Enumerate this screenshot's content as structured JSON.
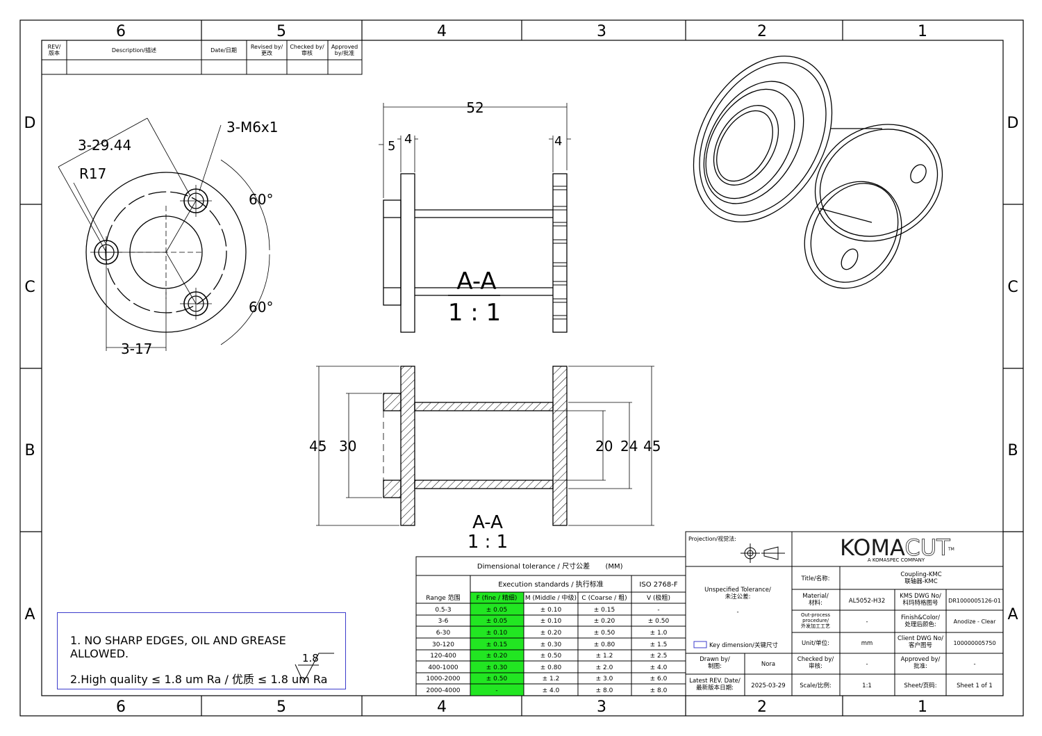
{
  "border": {
    "columns_top": [
      "6",
      "5",
      "4",
      "3",
      "2",
      "1"
    ],
    "columns_bottom": [
      "6",
      "5",
      "4",
      "3",
      "2",
      "1"
    ],
    "rows_left": [
      "D",
      "C",
      "B",
      "A"
    ],
    "rows_right": [
      "D",
      "C",
      "B",
      "A"
    ]
  },
  "revision_table": {
    "headers": [
      "REV/\n版本",
      "Description/描述",
      "Date/日期",
      "Revised by/\n更改",
      "Checked by/\n审核",
      "Approved\nby/批准"
    ]
  },
  "front_view": {
    "dim_pcd": "3-29.44",
    "dim_radius": "R17",
    "dim_thread": "3-M6x1",
    "angle_top": "60°",
    "angle_bottom": "60°",
    "dim_hole_offset": "3-17"
  },
  "side_view": {
    "dim_total": "52",
    "dim_left_offset": "5",
    "dim_left_flange": "4",
    "dim_right_flange": "4",
    "section_label": "A-A",
    "section_scale": "1 : 1"
  },
  "section_view": {
    "dim_left_outer": "45",
    "dim_left_inner": "30",
    "dim_right_bore": "20",
    "dim_right_mid": "24",
    "dim_right_outer": "45",
    "section_label": "A-A",
    "section_scale": "1 : 1"
  },
  "tolerance_table": {
    "title": "Dimensional tolerance / 尺寸公差",
    "unit": "(MM)",
    "execution_standards": "Execution standards / 执行标准",
    "iso": "ISO 2768-F",
    "columns": [
      "Range 范围",
      "F (fine / 精细)",
      "M (Middle / 中级)",
      "C (Coarse / 粗)",
      "V (极粗)"
    ],
    "rows": [
      [
        "0.5-3",
        "± 0.05",
        "± 0.10",
        "± 0.15",
        "-"
      ],
      [
        "3-6",
        "± 0.05",
        "± 0.10",
        "± 0.20",
        "± 0.50"
      ],
      [
        "6-30",
        "± 0.10",
        "± 0.20",
        "± 0.50",
        "± 1.0"
      ],
      [
        "30-120",
        "± 0.15",
        "± 0.30",
        "± 0.80",
        "± 1.5"
      ],
      [
        "120-400",
        "± 0.20",
        "± 0.50",
        "± 1.2",
        "± 2.5"
      ],
      [
        "400-1000",
        "± 0.30",
        "± 0.80",
        "± 2.0",
        "± 4.0"
      ],
      [
        "1000-2000",
        "± 0.50",
        "± 1.2",
        "± 3.0",
        "± 6.0"
      ],
      [
        "2000-4000",
        "-",
        "± 4.0",
        "± 8.0",
        "± 8.0"
      ]
    ],
    "highlight_color": "#22e622"
  },
  "notes": {
    "line1": "1. NO SHARP EDGES, OIL AND GREASE ALLOWED.",
    "line2": "2.High quality ≤ 1.8 um Ra / 优质 ≤ 1.8 um Ra",
    "roughness_value": "1.8",
    "border_color": "#3b3bcc"
  },
  "title_block": {
    "projection_label": "Projection/视觉法:",
    "logo_text_a": "KOMA",
    "logo_text_b": "CUT",
    "logo_tm": "TM",
    "logo_sub": "A KOMASPEC COMPANY",
    "unspecified_tolerance": "Unspecified Tolerance/\n未注公差:",
    "unspecified_value": "-",
    "key_dimension": "Key dimension/关键尺寸",
    "title_label": "Title/名称:",
    "title_value": "Coupling-KMC\n联轴器-KMC",
    "material_label": "Material/\n材料:",
    "material_value": "AL5052-H32",
    "kms_label": "KMS DWG No/\n科玛特格图号",
    "kms_value": "DR1000005126-01",
    "outprocess_label": "Out-process\nprocedure/\n外发加工工艺",
    "outprocess_value": "-",
    "finish_label": "Finish&Color/\n处理后颜色:",
    "finish_value": "Anodize - Clear",
    "unit_label": "Unit/单位:",
    "unit_value": "mm",
    "client_label": "Client DWG No/\n客户图号",
    "client_value": "100000005750",
    "drawn_label": "Drawn by/\n制图:",
    "drawn_value": "Nora",
    "checked_label": "Checked by/\n审核:",
    "checked_value": "-",
    "approved_label": "Approved by/\n批准:",
    "approved_value": "-",
    "latest_rev_label": "Latest REV. Date/\n最新版本日期:",
    "latest_rev_value": "2025-03-29",
    "scale_label": "Scale/比例:",
    "scale_value": "1:1",
    "sheet_label": "Sheet/页码:",
    "sheet_value": "Sheet 1 of 1",
    "logo_color": "#1a1a1a",
    "logo_sub_color": "#888888"
  }
}
